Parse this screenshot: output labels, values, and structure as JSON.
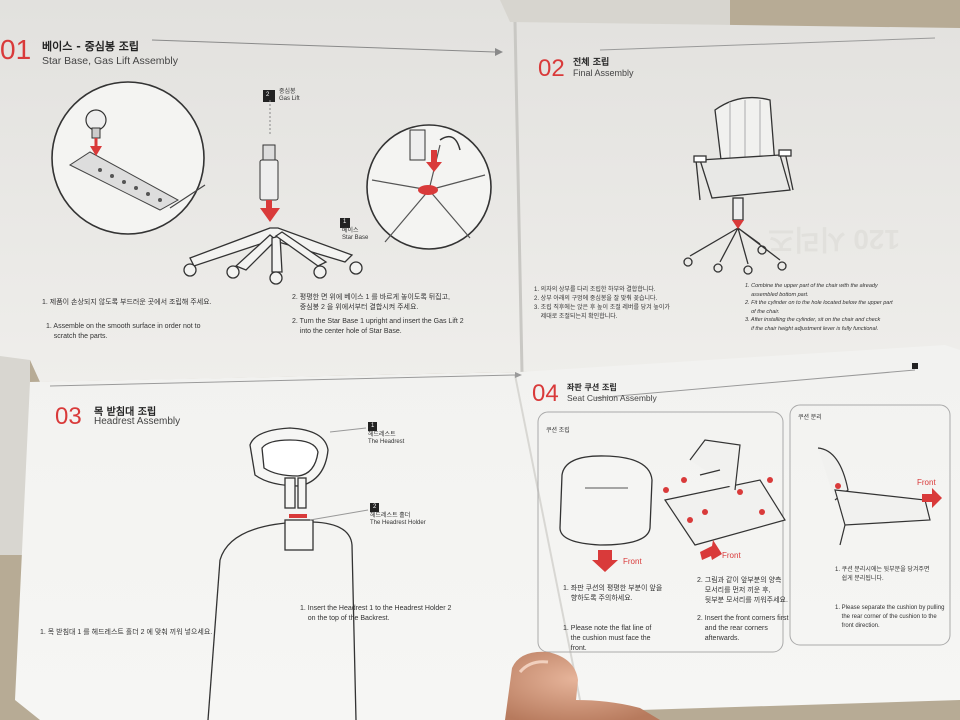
{
  "sections": {
    "s01": {
      "number": "01",
      "title_ko": "베이스 - 중심봉 조립",
      "title_en": "Star Base, Gas Lift Assembly",
      "tag_gaslift": "중심봉\nGas Lift",
      "tag_gaslift_num": "2",
      "tag_starbase": "베이스\nStar Base",
      "tag_starbase_num": "1",
      "step1_ko": "1. 제품이 손상되지 않도록 부드러운 곳에서 조립해 주세요.",
      "step1_en": "1. Assemble on the smooth surface in order not to\n    scratch the parts.",
      "step2_ko": "2. 평평한 면 위에 베이스 1 를 바르게 놓이도록 뒤집고,\n    중심봉 2 을 위에서부터 결합시켜 주세요.",
      "step2_en": "2. Turn the Star Base 1 upright and insert the Gas Lift 2\n    into the center hole of Star Base."
    },
    "s02": {
      "number": "02",
      "title_ko": "전체 조립",
      "title_en": "Final Assembly",
      "step_ko": "1. 의자의 상부를 다리 조립한 하부와 결합합니다.\n2. 상부 아래의 구멍에 중심봉을 잘 맞춰 꽂습니다.\n3. 조립 직후에는 앉은 후 높이 조절 레버를 당겨 높이가\n    제대로 조절되는지 확인합니다.",
      "step_en": "1. Combine the upper part of the chair with the already\n    assembled bottom part.\n2. Fit the cylinder on to the hole located below the upper part\n    of the chair.\n3. After installing the cylinder, sit on the chair and check\n    if the chair height adjustment lever is fully functional."
    },
    "s03": {
      "number": "03",
      "title_ko": "목 받침대 조립",
      "title_en": "Headrest Assembly",
      "tag_headrest": "헤드레스트\nThe Headrest",
      "tag_headrest_num": "1",
      "tag_holder": "헤드레스트 홀더\nThe Headrest Holder",
      "tag_holder_num": "2",
      "step_ko": "1. 목 받침대 1 를 헤드레스트 홀더 2 에 맞춰 끼워 넣으세요.",
      "step_en": "1. Insert the Headrest 1 to the Headrest Holder 2\n    on the top of the Backrest."
    },
    "s04": {
      "number": "04",
      "title_ko": "좌판 쿠션 조립",
      "title_en": "Seat Cushion Assembly",
      "panel_a_title": "쿠션 조립",
      "panel_b_title": "쿠션 분리",
      "front_label": "Front",
      "step1_ko": "1. 좌판 쿠션의 평평한 부분이 앞을\n    향하도록 주의하세요.",
      "step1_en": "1. Please note the flat line of\n    the cushion must face the\n    front.",
      "step2_ko": "2. 그림과 같이 앞부분의 양측\n    모서리를 먼저 끼운 후,\n    뒷부분 모서리를 끼워주세요.",
      "step2_en": "2. Insert the front corners first\n    and the rear corners\n    afterwards.",
      "step3_ko": "1. 쿠션 분리시에는 뒷부분을 당겨주면\n    쉽게 분리됩니다.",
      "step3_en": "1. Please separate the cushion by pulling\n    the rear corner of the cushion to the\n    front direction."
    },
    "watermark": "120 시리즈"
  },
  "colors": {
    "accent": "#d93a3a",
    "paper": "#ecebe8",
    "table": "#b9ad98"
  }
}
